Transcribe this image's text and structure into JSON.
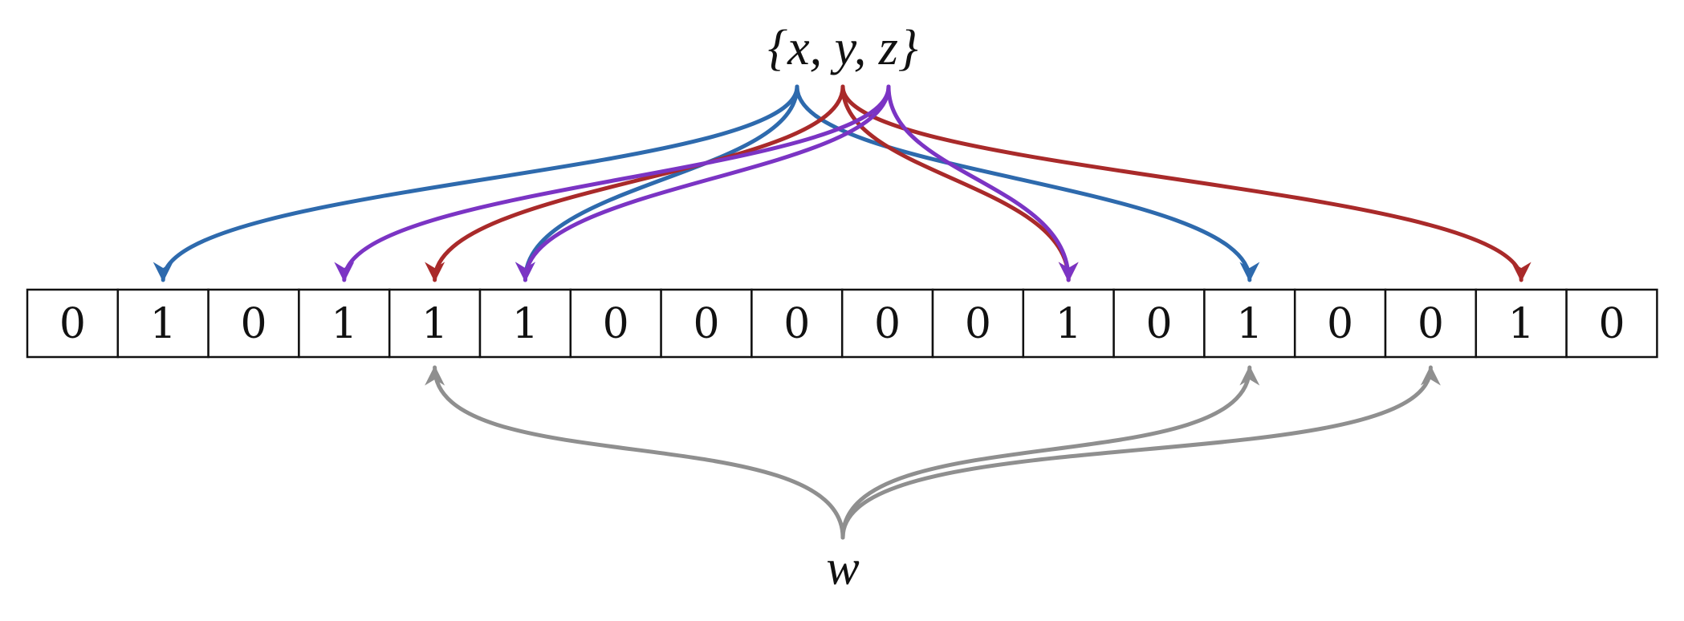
{
  "set_label": "{x, y, z}",
  "query_label": "w",
  "bits": [
    0,
    1,
    0,
    1,
    1,
    1,
    0,
    0,
    0,
    0,
    0,
    1,
    0,
    1,
    0,
    0,
    1,
    0
  ],
  "elements": [
    {
      "name": "x",
      "color": "#2e6aad",
      "targets": [
        1,
        5,
        13
      ]
    },
    {
      "name": "y",
      "color": "#a92a2a",
      "targets": [
        4,
        11,
        16
      ]
    },
    {
      "name": "z",
      "color": "#7b34c4",
      "targets": [
        3,
        5,
        11
      ]
    }
  ],
  "query": {
    "name": "w",
    "color": "#8f8f8f",
    "targets": [
      4,
      13,
      15
    ]
  }
}
